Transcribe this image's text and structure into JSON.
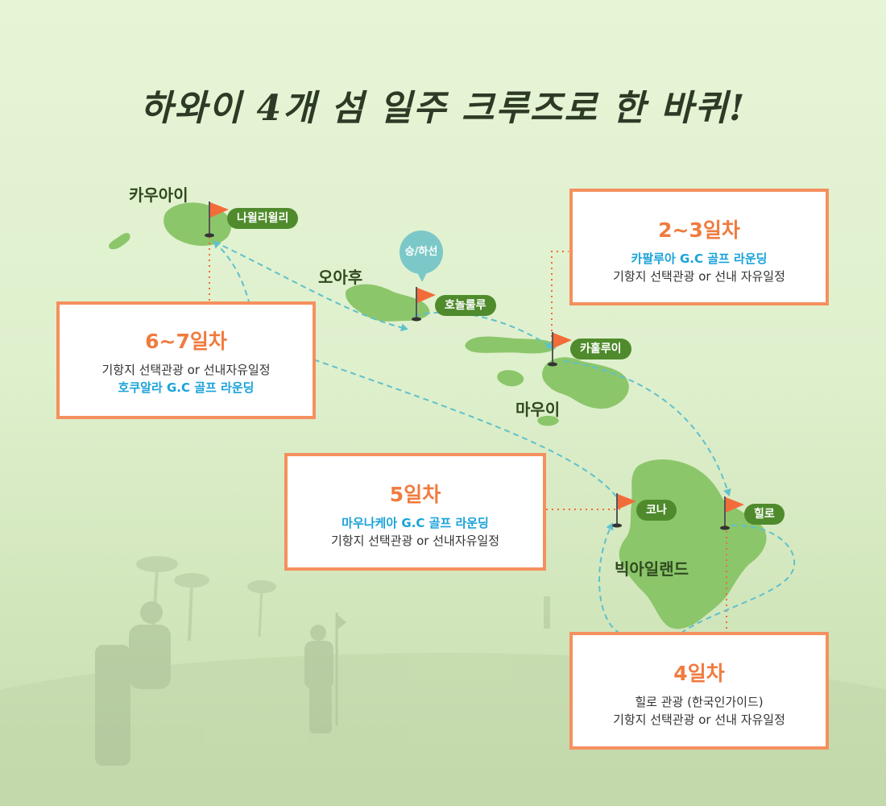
{
  "title": "하와이 4개 섬 일주 크루즈로 한 바퀴!",
  "islands": {
    "kauai": "카우아이",
    "oahu": "오아후",
    "maui": "마우이",
    "big_island": "빅아일랜드"
  },
  "ports": {
    "nawiliwili": "나윌리윌리",
    "honolulu": "호놀룰루",
    "kahului": "카훌루이",
    "kona": "코나",
    "hilo": "힐로"
  },
  "embark_badge": "승/하선",
  "itinerary": {
    "day23": {
      "day": "2~3일차",
      "line1": "카팔루아 G.C 골프 라운딩",
      "line2": "기항지 선택관광 or 선내 자유일정"
    },
    "day67": {
      "day": "6~7일차",
      "line1": "기항지 선택관광 or 선내자유일정",
      "line2": "호쿠알라 G.C 골프 라운딩"
    },
    "day5": {
      "day": "5일차",
      "line1": "마우나케아 G.C 골프 라운딩",
      "line2": "기항지 선택관광 or 선내자유일정"
    },
    "day4": {
      "day": "4일차",
      "line1": "힐로 관광 (한국인가이드)",
      "line2": "기항지 선택관광 or 선내 자유일정"
    }
  },
  "colors": {
    "island": "#8cc66b",
    "port_pill": "#4f8b2c",
    "flag": "#f26c3a",
    "route": "#5fc1cc",
    "card_border": "#f5905e",
    "day_text": "#f07b3f",
    "golf_text": "#1aa3d9"
  }
}
